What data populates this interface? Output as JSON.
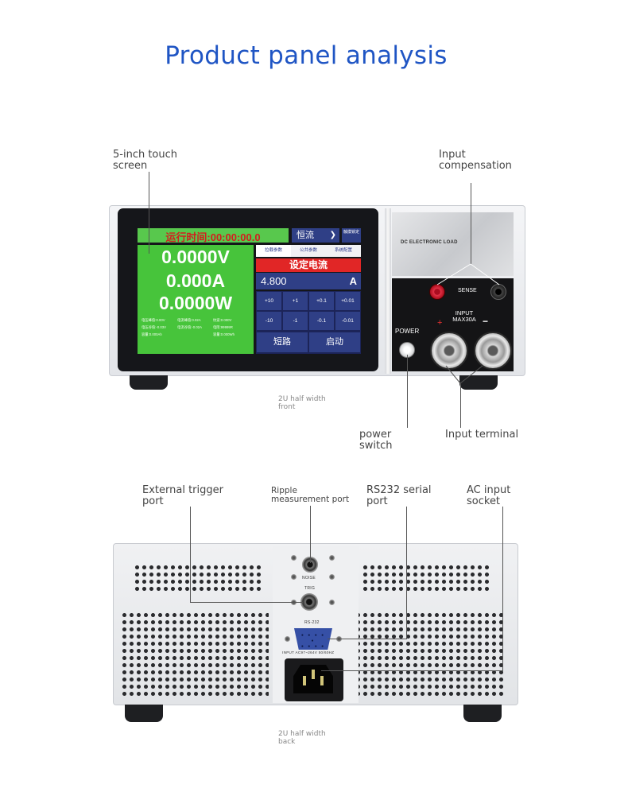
{
  "title": "Product panel analysis",
  "callouts": {
    "touch_screen": "5-inch touch screen",
    "input_compensation": "Input compensation",
    "power_switch": "power switch",
    "input_terminal": "Input terminal",
    "external_trigger": "External trigger port",
    "ripple": "Ripple measurement port",
    "rs232": "RS232 serial port",
    "ac_input": "AC input socket"
  },
  "captions": {
    "front": "2U half width front",
    "back": "2U half width back"
  },
  "screen": {
    "run_time": "运行时间:00:00:00.0",
    "mode": "恒流",
    "lock": "触摸锁定",
    "voltage": "0.0000V",
    "current": "0.000A",
    "power": "0.0000W",
    "stats": [
      "电压峰值:0.00V",
      "电流峰值:0.02A",
      "纹波:0.000V",
      "电压谷值:-0.03V",
      "电流谷值:-0.02A",
      "电阻:99999R",
      "容量:0.000Ah",
      "",
      "容量:0.000Wh"
    ],
    "tabs": [
      "拉载参数",
      "公共参数",
      "系统配置"
    ],
    "set_title": "设定电流",
    "set_value": "4.800",
    "set_unit": "A",
    "keys": [
      "+10",
      "+1",
      "+0.1",
      "+0.01",
      "-10",
      "-1",
      "-0.1",
      "-0.01"
    ],
    "short_btn": "短路",
    "start_btn": "启动"
  },
  "front_panel": {
    "brand": "DC ELECTRONIC LOAD",
    "sense": "SENSE",
    "input": "INPUT MAX30A",
    "power": "POWER",
    "plus": "+",
    "minus": "−"
  },
  "back_panel": {
    "noise": "NOISE",
    "trig": "TRIG",
    "rs232": "RS-232",
    "input_rating": "INPUT AC97~264V 50/60HZ"
  },
  "colors": {
    "title": "#1f55c4",
    "screen_green": "#47c43b",
    "screen_navy": "#2f3f86",
    "screen_red": "#e12626"
  }
}
